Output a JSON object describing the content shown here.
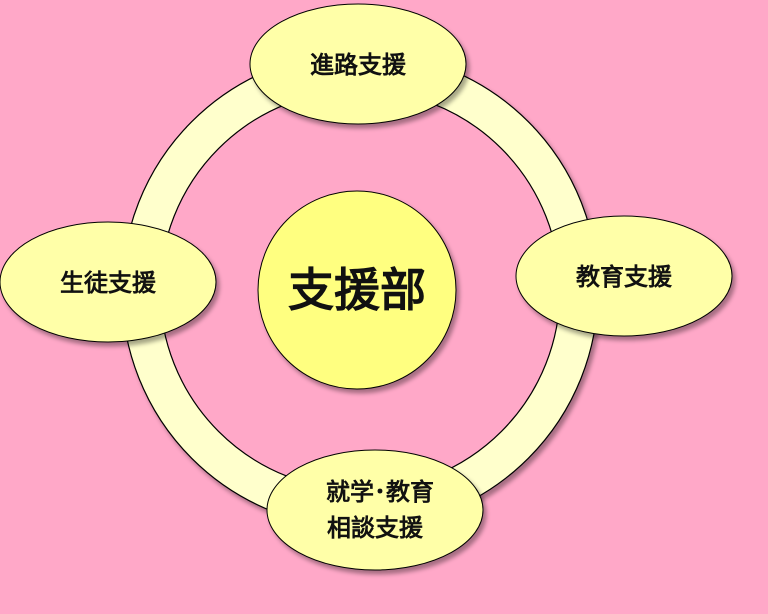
{
  "diagram": {
    "center": {
      "label": "支援部",
      "fill": "#FFFF80"
    },
    "ring": {
      "fill": "#FFFFCC",
      "stroke": "#000000"
    },
    "nodes": [
      {
        "id": "top",
        "label_lines": [
          "進路支援"
        ]
      },
      {
        "id": "right",
        "label_lines": [
          "教育支援"
        ]
      },
      {
        "id": "bottom",
        "label_lines": [
          "就学･教育",
          "相談支援"
        ]
      },
      {
        "id": "left",
        "label_lines": [
          "生徒支援"
        ]
      }
    ],
    "node_fill": "#FFFFA8",
    "node_stroke": "#000000",
    "background": "#FFA8C8"
  }
}
